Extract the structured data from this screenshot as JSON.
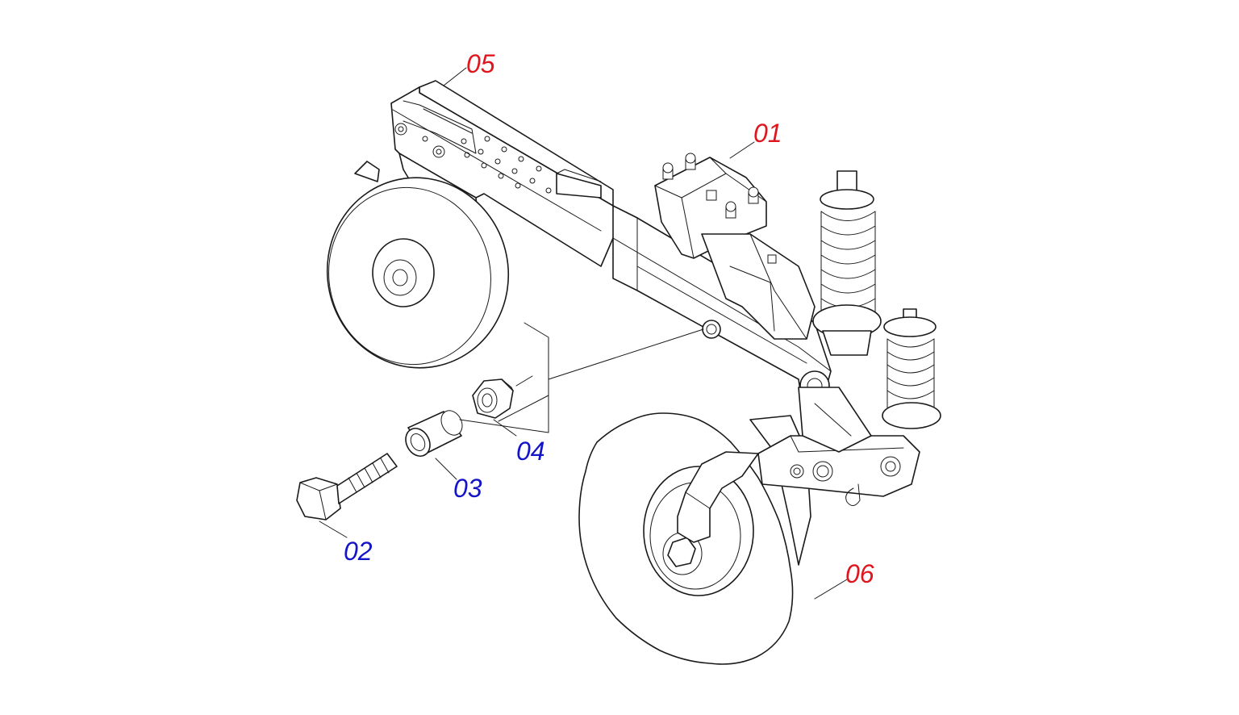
{
  "colors": {
    "assembly_part": "#e0161e",
    "detail_part": "#1414c8",
    "line": "#1a1a1a"
  },
  "callouts": [
    {
      "id": "01",
      "label": "01",
      "group": "assembly"
    },
    {
      "id": "02",
      "label": "02",
      "group": "detail"
    },
    {
      "id": "03",
      "label": "03",
      "group": "detail"
    },
    {
      "id": "04",
      "label": "04",
      "group": "detail"
    },
    {
      "id": "05",
      "label": "05",
      "group": "assembly"
    },
    {
      "id": "06",
      "label": "06",
      "group": "assembly"
    }
  ]
}
